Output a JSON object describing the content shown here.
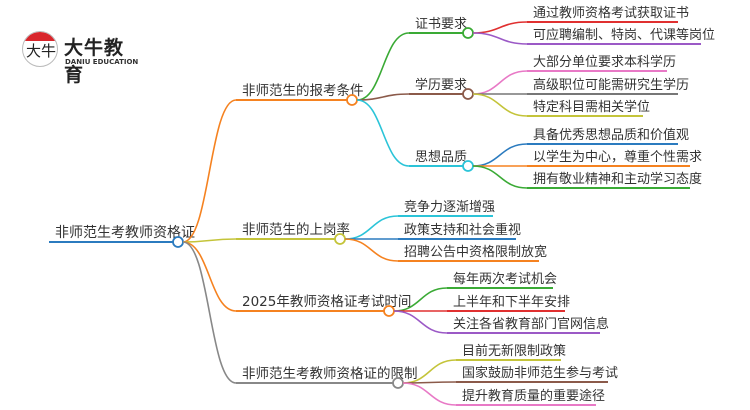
{
  "logo": {
    "title": "大牛教育",
    "subtitle": "DANIU EDUCATION",
    "mark": "大牛"
  },
  "root": {
    "label": "非师范生考教师资格证",
    "color": "#2b7bbf"
  },
  "branches": [
    {
      "label": "非师范生的报考条件",
      "color": "#f58220",
      "children": [
        {
          "label": "证书要求",
          "color": "#3aaa35",
          "children": [
            {
              "label": "通过教师资格考试获取证书",
              "color": "#e03030"
            },
            {
              "label": "可应聘编制、特岗、代课等岗位",
              "color": "#9b59c6"
            }
          ]
        },
        {
          "label": "学历要求",
          "color": "#8b5a4a",
          "children": [
            {
              "label": "大部分单位要求本科学历",
              "color": "#e879c6"
            },
            {
              "label": "高级职位可能需研究生学历",
              "color": "#777777"
            },
            {
              "label": "特定科目需相关学位",
              "color": "#c4c43a"
            }
          ]
        },
        {
          "label": "思想品质",
          "color": "#2bc4d8",
          "children": [
            {
              "label": "具备优秀思想品质和价值观",
              "color": "#2b7bbf"
            },
            {
              "label": "以学生为中心，尊重个性需求",
              "color": "#f58220"
            },
            {
              "label": "拥有敬业精神和主动学习态度",
              "color": "#3aaa35"
            }
          ]
        }
      ]
    },
    {
      "label": "非师范生的上岗率",
      "color": "#c4c43a",
      "children": [
        {
          "label": "竞争力逐渐增强",
          "color": "#2bc4d8"
        },
        {
          "label": "政策支持和社会重视",
          "color": "#2b7bbf"
        },
        {
          "label": "招聘公告中资格限制放宽",
          "color": "#f58220"
        }
      ]
    },
    {
      "label": "2025年教师资格证考试时间",
      "color": "#f58220",
      "children": [
        {
          "label": "每年两次考试机会",
          "color": "#3aaa35"
        },
        {
          "label": "上半年和下半年安排",
          "color": "#e03030"
        },
        {
          "label": "关注各省教育部门官网信息",
          "color": "#9b59c6"
        }
      ]
    },
    {
      "label": "非师范生考教师资格证的限制",
      "color": "#888888",
      "children": [
        {
          "label": "目前无新限制政策",
          "color": "#c4c43a"
        },
        {
          "label": "国家鼓励非师范生参与考试",
          "color": "#8b5a4a"
        },
        {
          "label": "提升教育质量的重要途径",
          "color": "#e879c6"
        }
      ]
    }
  ]
}
